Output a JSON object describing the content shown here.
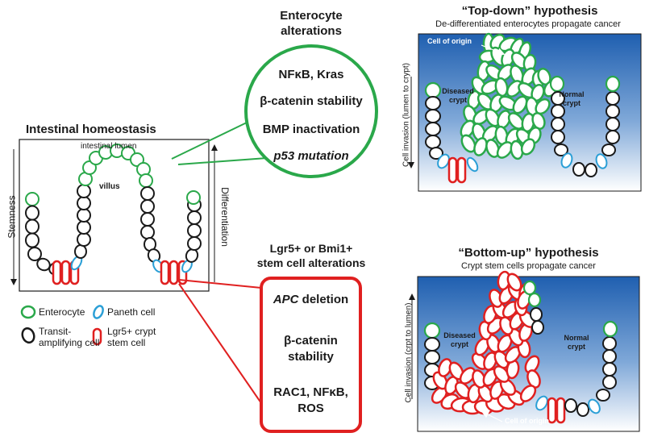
{
  "homeostasis": {
    "title": "Intestinal homeostasis",
    "lumen_label": "intestinal lumen",
    "villus_label": "villus",
    "left_axis": "Stemness",
    "right_axis": "Differentiation"
  },
  "legend": {
    "enterocyte": "Enterocyte",
    "paneth": "Paneth cell",
    "transit_line1": "Transit-",
    "transit_line2": "amplifying cell",
    "lgr5_line1": "Lgr5+ crypt",
    "lgr5_line2": "stem cell"
  },
  "enterocyte_box": {
    "title_line1": "Enterocyte",
    "title_line2": "alterations",
    "items": [
      "NFκB, Kras",
      "β-catenin stability",
      "BMP inactivation",
      "p53 mutation"
    ]
  },
  "stem_box": {
    "title_line1": "Lgr5+ or Bmi1+",
    "title_line2": "stem cell alterations",
    "item1_em": "APC",
    "item1_rest": " deletion",
    "item2_line1": "β-catenin",
    "item2_line2": "stability",
    "item3_line1": "RAC1, NFκB,",
    "item3_line2": "ROS"
  },
  "top_down": {
    "title": "“Top-down” hypothesis",
    "subtitle": "De-differentiated enterocytes propagate cancer",
    "cell_of_origin": "Cell of origin",
    "diseased_line1": "Diseased",
    "diseased_line2": "crypt",
    "normal_line1": "Normal",
    "normal_line2": "crypt",
    "axis": "Cell invasion (lumen to crypt)"
  },
  "bottom_up": {
    "title": "“Bottom-up” hypothesis",
    "subtitle": "Crypt stem cells propagate cancer",
    "cell_of_origin": "Cell of origin",
    "diseased_line1": "Diseased",
    "diseased_line2": "crypt",
    "normal_line1": "Normal",
    "normal_line2": "crypt",
    "axis": "Cell invasion (crpt to lumen)"
  },
  "colors": {
    "enterocyte": "#2aa84a",
    "paneth": "#2b9fd6",
    "transit": "#1a1a1a",
    "stem": "#e02020",
    "panel_top": "#1f5fb0",
    "panel_bottom": "#ffffff"
  }
}
